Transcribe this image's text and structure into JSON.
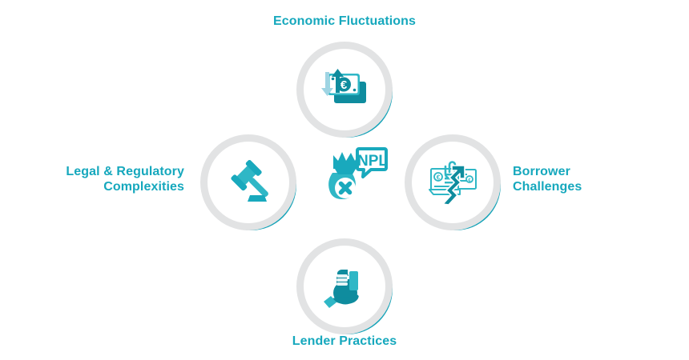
{
  "diagram": {
    "title": "NPL Drivers Diagram",
    "center": {
      "badge_text": "NPL",
      "icon_name": "money-bag-rejected-icon"
    },
    "colors": {
      "teal": "#0f8c9e",
      "cyan": "#14a3b8",
      "label_text": "#16a8bd",
      "light_cyan": "#63cbd9",
      "ring_grey": "#e2e3e4",
      "disc_white": "#ffffff",
      "background": "#ffffff"
    },
    "nodes": [
      {
        "id": "economic-fluctuations",
        "label": "Economic Fluctuations",
        "position": "top",
        "icon_name": "banknotes-euro-arrows-icon"
      },
      {
        "id": "legal-regulatory-complexities",
        "label": "Legal & Regulatory\nComplexities",
        "position": "left",
        "icon_name": "gavel-icon"
      },
      {
        "id": "borrower-challenges",
        "label": "Borrower\nChallenges",
        "position": "right",
        "icon_name": "documents-rising-arrow-icon"
      },
      {
        "id": "lender-practices",
        "label": "Lender Practices",
        "position": "bottom",
        "icon_name": "hand-giving-money-bag-icon"
      }
    ]
  }
}
